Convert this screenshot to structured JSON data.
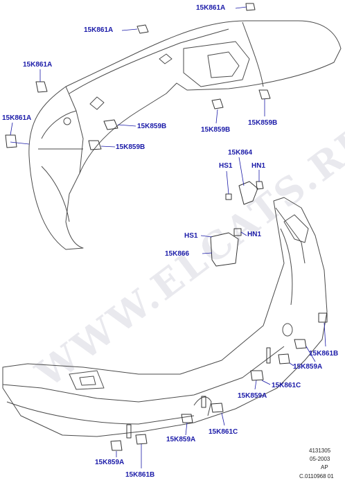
{
  "watermark": "WWW.ELCATS.RU",
  "colors": {
    "label": "#1a1aa8",
    "line": "#4a4a4a",
    "leader": "#1a1aa8"
  },
  "labels": {
    "k861a_1": "15K861A",
    "k861a_2": "15K861A",
    "k861a_3": "15K861A",
    "k861a_4": "15K861A",
    "k859b_1": "15K859B",
    "k859b_2": "15K859B",
    "k859b_3": "15K859B",
    "k859b_4": "15K859B",
    "k864": "15K864",
    "hs1_top": "HS1",
    "hn1_top": "HN1",
    "hs1_mid": "HS1",
    "hn1_mid": "HN1",
    "k866": "15K866",
    "k861b_right": "15K861B",
    "k859a_right": "15K859A",
    "k861c_right": "15K861C",
    "k859a_mid": "15K859A",
    "k861c_mid": "15K861C",
    "k859a_bot": "15K859A",
    "k859a_left": "15K859A",
    "k861b_bot": "15K861B"
  },
  "reference": {
    "line1": "4131305",
    "line2": "05-2003",
    "line3": "AP",
    "line4": "C.0110968 01"
  }
}
